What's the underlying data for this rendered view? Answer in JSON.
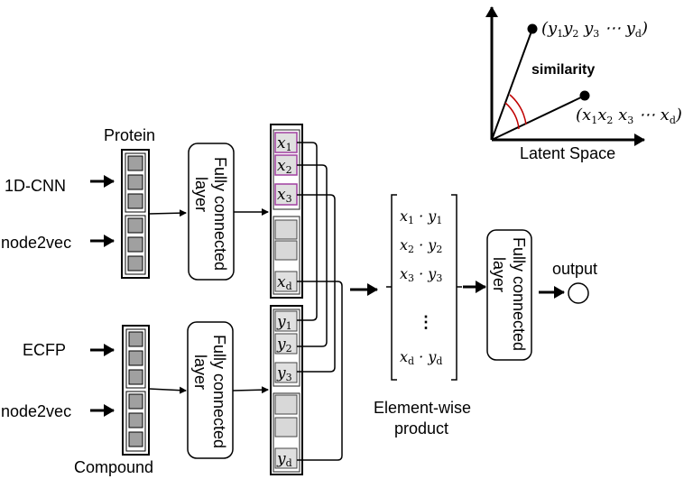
{
  "latent_space": {
    "axis_label": "Latent Space",
    "similarity_label": "similarity",
    "y_point_label": "(y₁y₂ y₃ ⋯ y_d)",
    "x_point_label": "(x₁x₂ x₃ ⋯ x_d)",
    "arc_color": "#c00000"
  },
  "protein": {
    "title": "Protein",
    "inputs": [
      "1D-CNN",
      "node2vec"
    ]
  },
  "compound": {
    "title": "Compound",
    "inputs": [
      "ECFP",
      "node2vec"
    ]
  },
  "fc_layer": {
    "line1": "Fully connected",
    "line2": "layer"
  },
  "protein_vector": {
    "symbol": "x",
    "subscripts": [
      "1",
      "2",
      "3",
      "d"
    ],
    "highlight_color": "#a040a0"
  },
  "compound_vector": {
    "symbol": "y",
    "subscripts": [
      "1",
      "2",
      "3",
      "d"
    ]
  },
  "product": {
    "rows": [
      {
        "x": "1",
        "y": "1"
      },
      {
        "x": "2",
        "y": "2"
      },
      {
        "x": "3",
        "y": "3"
      },
      {
        "x": "d",
        "y": "d"
      }
    ],
    "dots": "⋮",
    "caption_line1": "Element-wise",
    "caption_line2": "product"
  },
  "output": {
    "label": "output"
  }
}
